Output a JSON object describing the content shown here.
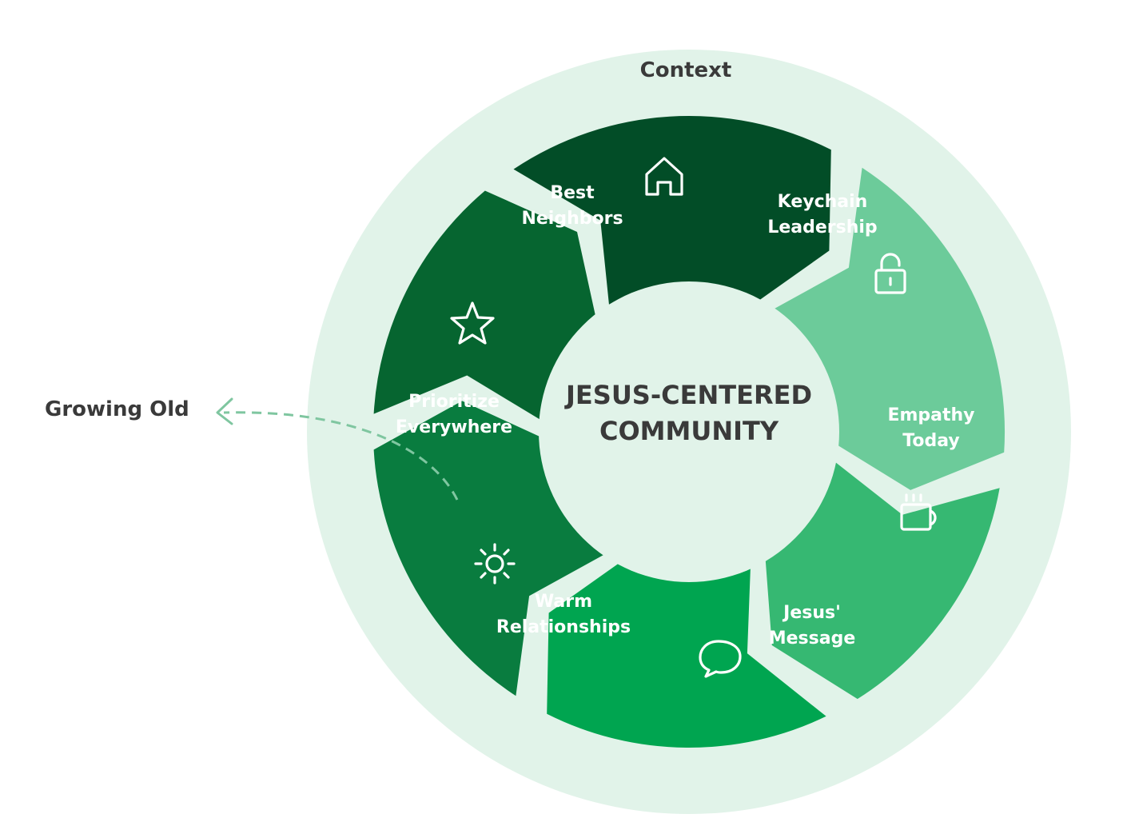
{
  "context_label": "Context",
  "center": {
    "line1": "JESUS-CENTERED",
    "line2": "COMMUNITY"
  },
  "side_label": "Growing Old",
  "segments": [
    {
      "line1": "Best",
      "line2": "Neighbors",
      "icon": "house-icon",
      "color": "#024d27"
    },
    {
      "line1": "Keychain",
      "line2": "Leadership",
      "icon": "padlock-icon",
      "color": "#6ccb9a"
    },
    {
      "line1": "Empathy",
      "line2": "Today",
      "icon": "mug-icon",
      "color": "#36b872"
    },
    {
      "line1": "Jesus'",
      "line2": "Message",
      "icon": "speech-bubble-icon",
      "color": "#00a550"
    },
    {
      "line1": "Warm",
      "line2": "Relationships",
      "icon": "sun-icon",
      "color": "#097c3f"
    },
    {
      "line1": "Prioritize",
      "line2": "Everywhere",
      "icon": "star-icon",
      "color": "#066530"
    }
  ],
  "colors": {
    "outer_ring": "#e1f3e9",
    "center_circle": "#e1f3e9",
    "dashed_arrow": "#7fc6a0",
    "text_dark": "#3a3a3a"
  }
}
